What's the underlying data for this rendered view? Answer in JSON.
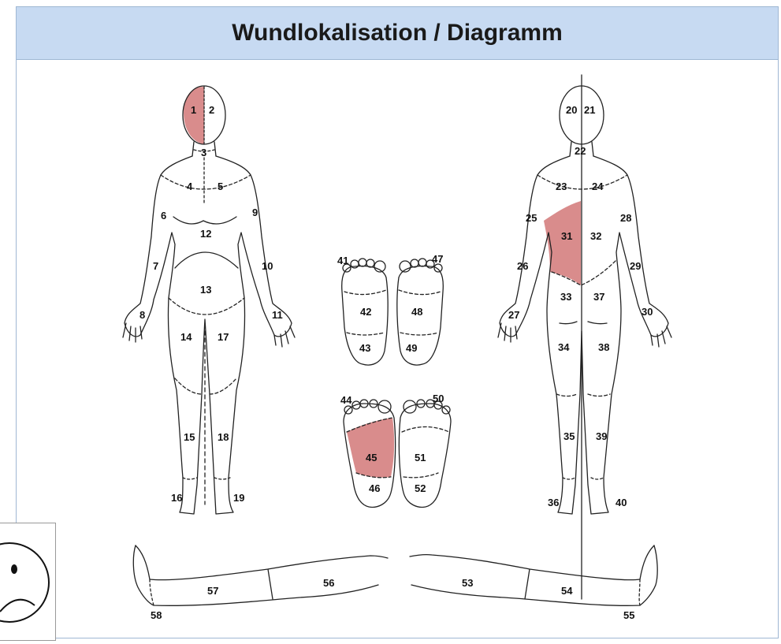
{
  "title": "Wundlokalisation / Diagramm",
  "colors": {
    "header_bg": "#c7daf2",
    "highlight": "#d98c8c",
    "outline": "#222222"
  },
  "highlighted_regions": [
    "1",
    "31",
    "45"
  ],
  "face_icon": "sad-face-icon",
  "regions": {
    "r1": "1",
    "r2": "2",
    "r3": "3",
    "r4": "4",
    "r5": "5",
    "r6": "6",
    "r7": "7",
    "r8": "8",
    "r9": "9",
    "r10": "10",
    "r11": "11",
    "r12": "12",
    "r13": "13",
    "r14": "14",
    "r15": "15",
    "r16": "16",
    "r17": "17",
    "r18": "18",
    "r19": "19",
    "r20": "20",
    "r21": "21",
    "r22": "22",
    "r23": "23",
    "r24": "24",
    "r25": "25",
    "r26": "26",
    "r27": "27",
    "r28": "28",
    "r29": "29",
    "r30": "30",
    "r31": "31",
    "r32": "32",
    "r33": "33",
    "r34": "34",
    "r35": "35",
    "r36": "36",
    "r37": "37",
    "r38": "38",
    "r39": "39",
    "r40": "40",
    "r41": "41",
    "r42": "42",
    "r43": "43",
    "r44": "44",
    "r45": "45",
    "r46": "46",
    "r47": "47",
    "r48": "48",
    "r49": "49",
    "r50": "50",
    "r51": "51",
    "r52": "52",
    "r53": "53",
    "r54": "54",
    "r55": "55",
    "r56": "56",
    "r57": "57",
    "r58": "58"
  }
}
